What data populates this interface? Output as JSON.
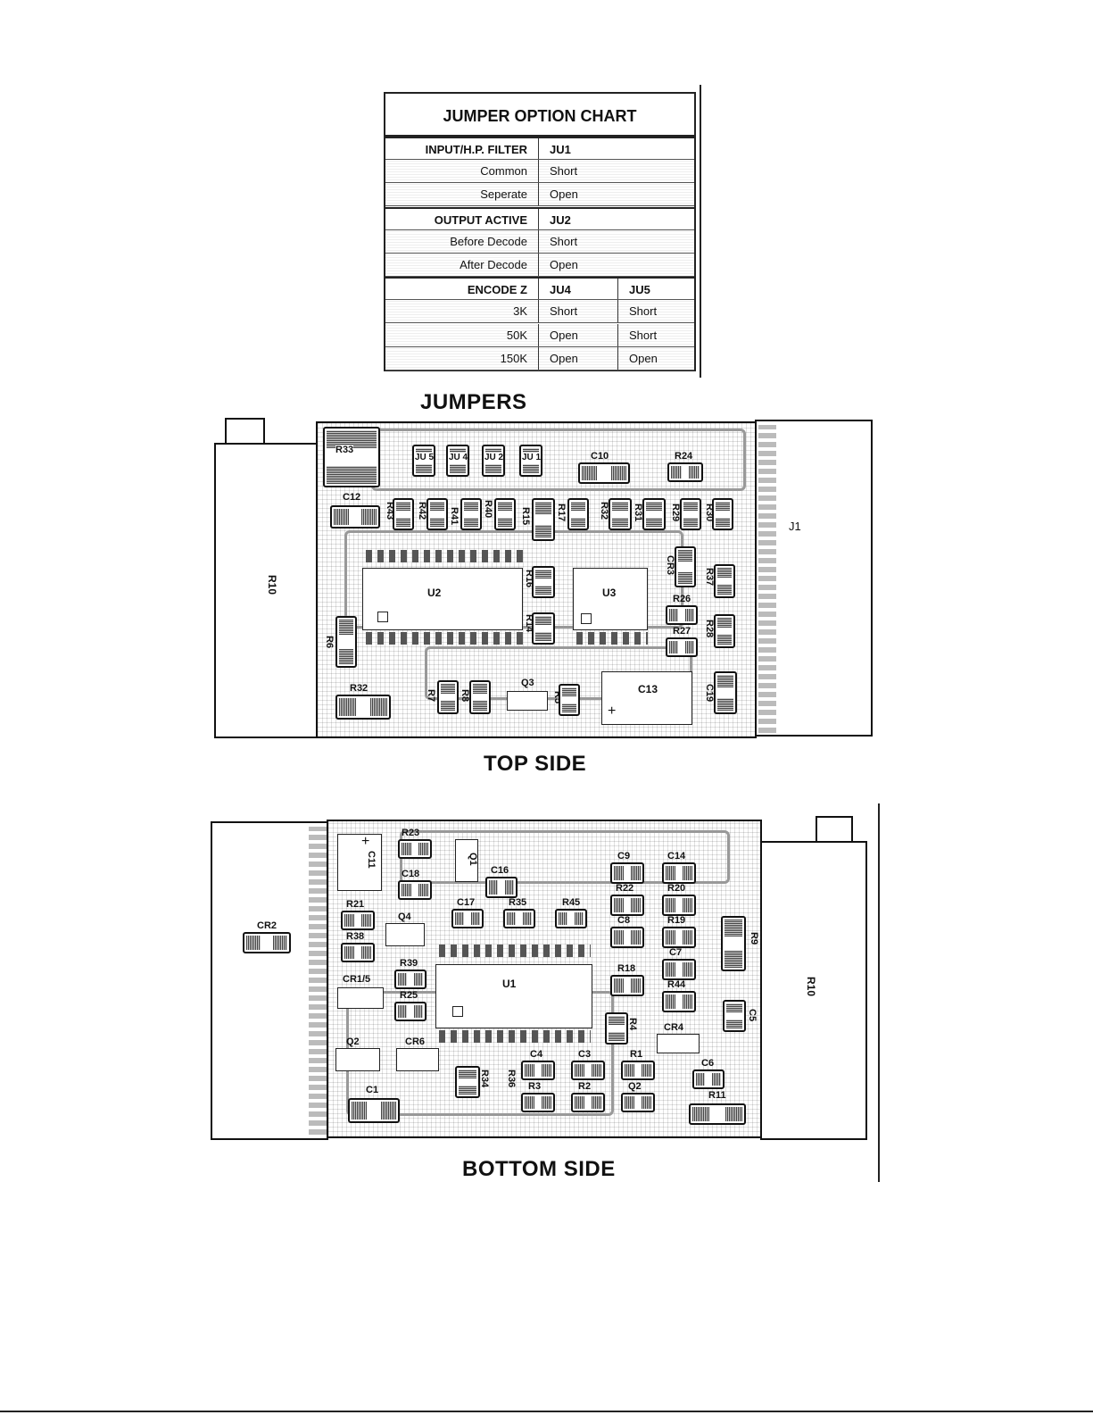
{
  "jumper_chart": {
    "title": "JUMPER OPTION CHART",
    "rows": [
      {
        "label": "INPUT/H.P. FILTER",
        "a": "JU1",
        "b": "",
        "header": true
      },
      {
        "label": "Common",
        "a": "Short",
        "b": ""
      },
      {
        "label": "Seperate",
        "a": "Open",
        "b": ""
      },
      {
        "label": "OUTPUT ACTIVE",
        "a": "JU2",
        "b": "",
        "header": true
      },
      {
        "label": "Before Decode",
        "a": "Short",
        "b": ""
      },
      {
        "label": "After Decode",
        "a": "Open",
        "b": ""
      },
      {
        "label": "ENCODE Z",
        "a": "JU4",
        "b": "JU5",
        "header": true
      },
      {
        "label": "3K",
        "a": "Short",
        "b": "Short"
      },
      {
        "label": "50K",
        "a": "Open",
        "b": "Short"
      },
      {
        "label": "150K",
        "a": "Open",
        "b": "Open"
      }
    ]
  },
  "headings": {
    "jumpers": "JUMPERS",
    "top_side": "TOP SIDE",
    "bottom_side": "BOTTOM SIDE"
  },
  "top_board": {
    "connector": "J1",
    "side_part": "R10",
    "jumper_labels": [
      "JU 5",
      "JU 4",
      "JU 2",
      "JU 1"
    ],
    "labels": {
      "r33": "R33",
      "c12": "C12",
      "r43": "R43",
      "r42": "R42",
      "r41": "R41",
      "r40": "R40",
      "r15": "R15",
      "r17": "R17",
      "r32": "R32",
      "r31": "R31",
      "r29": "R29",
      "r30": "R30",
      "c10": "C10",
      "r24": "R24",
      "cr3": "CR3",
      "r37": "R37",
      "r16": "R16",
      "u2": "U2",
      "u3": "U3",
      "r26": "R26",
      "r27": "R27",
      "r28": "R28",
      "r6": "R6",
      "r14": "R14",
      "r32b": "R32",
      "r7": "R7",
      "r8": "R8",
      "q3": "Q3",
      "r5": "R5",
      "c13": "C13",
      "c19": "C19"
    }
  },
  "bottom_board": {
    "side_part": "R10",
    "labels": {
      "cr2": "CR2",
      "r23": "R23",
      "c11": "C11",
      "c18": "C18",
      "q1": "Q1",
      "c16": "C16",
      "c9": "C9",
      "c14": "C14",
      "r21": "R21",
      "q4": "Q4",
      "c17": "C17",
      "r35": "R35",
      "r45": "R45",
      "r22": "R22",
      "r20": "R20",
      "r38": "R38",
      "c8": "C8",
      "r19": "R19",
      "r9": "R9",
      "r39": "R39",
      "u1": "U1",
      "r18": "R18",
      "c7": "C7",
      "cr15": "CR1/5",
      "r25": "R25",
      "r44": "R44",
      "r4": "R4",
      "c5": "C5",
      "cr4": "CR4",
      "q2": "Q2",
      "cr6": "CR6",
      "c4": "C4",
      "c3": "C3",
      "r1": "R1",
      "c6": "C6",
      "r34": "R34",
      "r36": "R36",
      "r3": "R3",
      "r2": "R2",
      "q2b": "Q2",
      "r11": "R11",
      "c1": "C1"
    }
  }
}
